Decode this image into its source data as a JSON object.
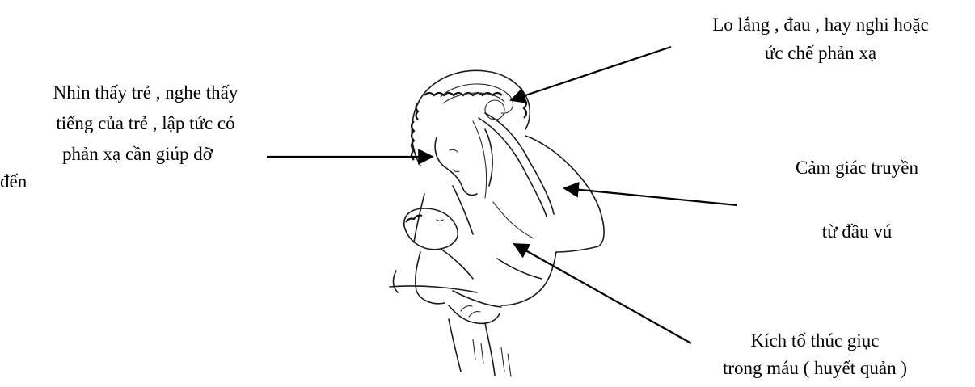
{
  "labels": {
    "top_right": {
      "line1": "Lo lắng , đau , hay nghi hoặc",
      "line2": "ức chế phản xạ"
    },
    "left": {
      "line1": "Nhìn thấy trẻ , nghe thấy",
      "line2": "tiếng của trẻ , lập tức có",
      "line3": "phản xạ cần giúp đỡ",
      "line4": "đến"
    },
    "right": {
      "line1": "Cảm giác truyền",
      "line2": "từ đầu vú"
    },
    "bottom_right": {
      "line1": "Kích tố thúc giục",
      "line2": "trong máu ( huyết quản )"
    }
  },
  "colors": {
    "ink": "#000000",
    "background": "#ffffff"
  }
}
